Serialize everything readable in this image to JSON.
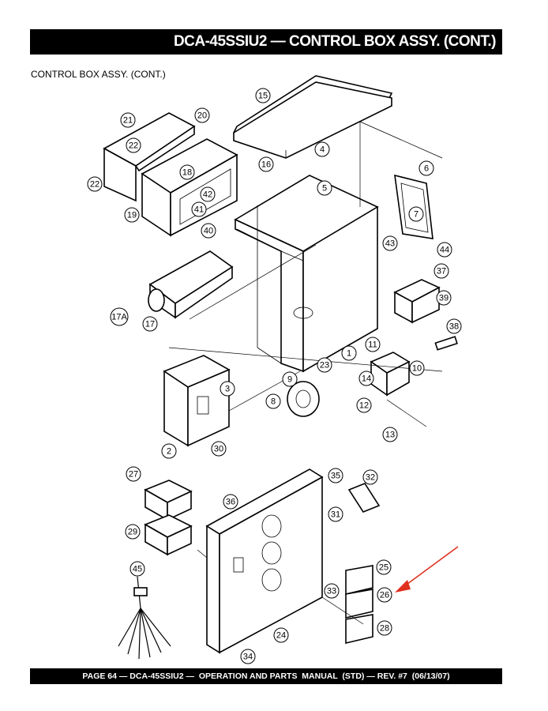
{
  "header": {
    "title": "DCA-45SSIU2 — CONTROL BOX ASSY. (CONT.)"
  },
  "section_label": "CONTROL BOX ASSY. (CONT.)",
  "footer": {
    "text": "PAGE 64 — DCA-45SSIU2 —  OPERATION AND PARTS  MANUAL  (STD) — REV. #7  (06/13/07)"
  },
  "arrow_color": "#e0301e",
  "callouts": [
    {
      "id": "15",
      "label": "15"
    },
    {
      "id": "20",
      "label": "20"
    },
    {
      "id": "21",
      "label": "21"
    },
    {
      "id": "22a",
      "label": "22"
    },
    {
      "id": "22b",
      "label": "22"
    },
    {
      "id": "16",
      "label": "16"
    },
    {
      "id": "4",
      "label": "4"
    },
    {
      "id": "5",
      "label": "5"
    },
    {
      "id": "6",
      "label": "6"
    },
    {
      "id": "7",
      "label": "7"
    },
    {
      "id": "18",
      "label": "18"
    },
    {
      "id": "42",
      "label": "42"
    },
    {
      "id": "41",
      "label": "41"
    },
    {
      "id": "19",
      "label": "19"
    },
    {
      "id": "40",
      "label": "40"
    },
    {
      "id": "43",
      "label": "43"
    },
    {
      "id": "44",
      "label": "44"
    },
    {
      "id": "37",
      "label": "37"
    },
    {
      "id": "39",
      "label": "39"
    },
    {
      "id": "38",
      "label": "38"
    },
    {
      "id": "17A",
      "label": "17A"
    },
    {
      "id": "17",
      "label": "17"
    },
    {
      "id": "1",
      "label": "1"
    },
    {
      "id": "11",
      "label": "11"
    },
    {
      "id": "10",
      "label": "10"
    },
    {
      "id": "14",
      "label": "14"
    },
    {
      "id": "12",
      "label": "12"
    },
    {
      "id": "13",
      "label": "13"
    },
    {
      "id": "23",
      "label": "23"
    },
    {
      "id": "9",
      "label": "9"
    },
    {
      "id": "8",
      "label": "8"
    },
    {
      "id": "3",
      "label": "3"
    },
    {
      "id": "2",
      "label": "2"
    },
    {
      "id": "30",
      "label": "30"
    },
    {
      "id": "35",
      "label": "35"
    },
    {
      "id": "32",
      "label": "32"
    },
    {
      "id": "27",
      "label": "27"
    },
    {
      "id": "36",
      "label": "36"
    },
    {
      "id": "31",
      "label": "31"
    },
    {
      "id": "29",
      "label": "29"
    },
    {
      "id": "45",
      "label": "45"
    },
    {
      "id": "25",
      "label": "25"
    },
    {
      "id": "33",
      "label": "33"
    },
    {
      "id": "26",
      "label": "26"
    },
    {
      "id": "28",
      "label": "28"
    },
    {
      "id": "24",
      "label": "24"
    },
    {
      "id": "34",
      "label": "34"
    }
  ]
}
